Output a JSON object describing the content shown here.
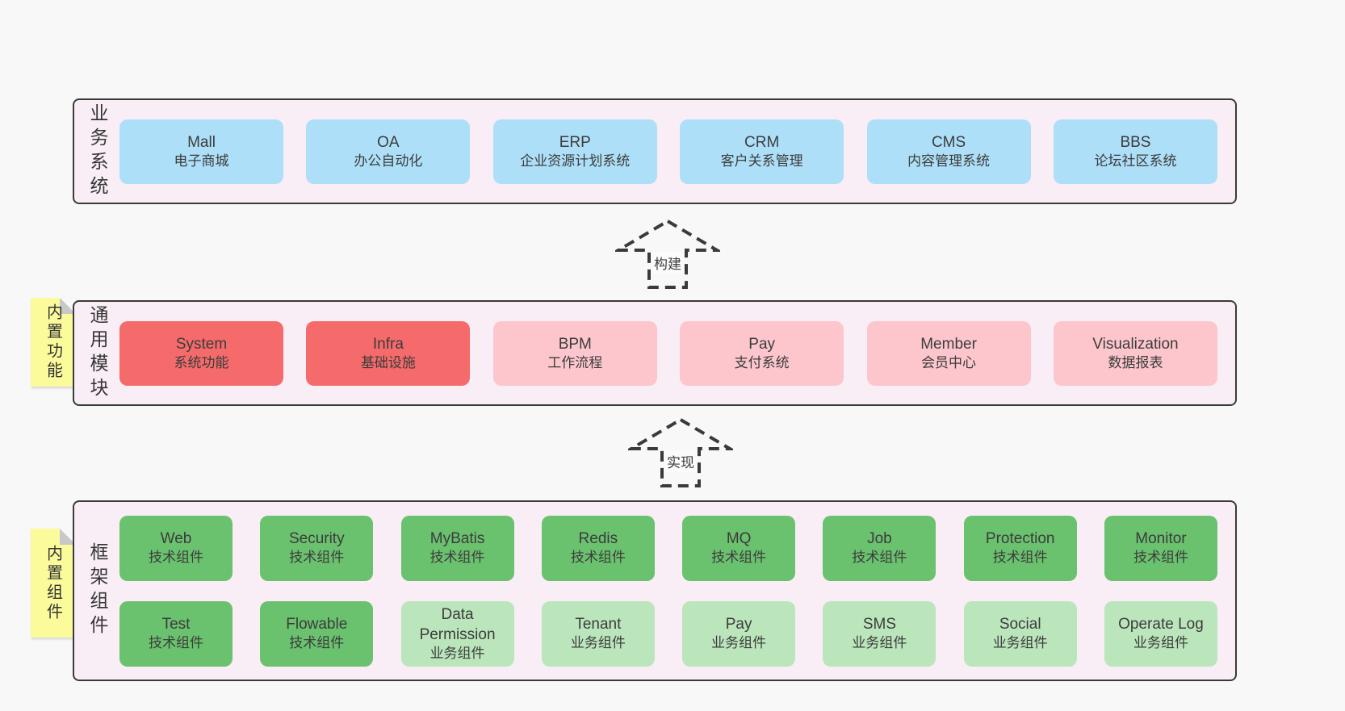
{
  "palette": {
    "page_bg": "#f8f8f8",
    "layer_bg": "#f9edf6",
    "layer_border": "#3a3a3a",
    "blue_box": "#aedff8",
    "red_box": "#f56a6a",
    "pink_box": "#fcc6cc",
    "green_box": "#6ac16e",
    "light_green_box": "#bbe6bc",
    "note_bg": "#fbfb9c",
    "note_fold": "#c8c8c8",
    "text": "#3c3c3c"
  },
  "arrows": [
    {
      "label": "构建"
    },
    {
      "label": "实现"
    }
  ],
  "layers": [
    {
      "label": "业务系统",
      "note": null,
      "rows": [
        [
          {
            "name": "Mall",
            "desc": "电子商城",
            "variant": "blue"
          },
          {
            "name": "OA",
            "desc": "办公自动化",
            "variant": "blue"
          },
          {
            "name": "ERP",
            "desc": "企业资源计划系统",
            "variant": "blue"
          },
          {
            "name": "CRM",
            "desc": "客户关系管理",
            "variant": "blue"
          },
          {
            "name": "CMS",
            "desc": "内容管理系统",
            "variant": "blue"
          },
          {
            "name": "BBS",
            "desc": "论坛社区系统",
            "variant": "blue"
          }
        ]
      ]
    },
    {
      "label": "通用模块",
      "note": "内置功能",
      "rows": [
        [
          {
            "name": "System",
            "desc": "系统功能",
            "variant": "red"
          },
          {
            "name": "Infra",
            "desc": "基础设施",
            "variant": "red"
          },
          {
            "name": "BPM",
            "desc": "工作流程",
            "variant": "pink"
          },
          {
            "name": "Pay",
            "desc": "支付系统",
            "variant": "pink"
          },
          {
            "name": "Member",
            "desc": "会员中心",
            "variant": "pink"
          },
          {
            "name": "Visualization",
            "desc": "数据报表",
            "variant": "pink"
          }
        ]
      ]
    },
    {
      "label": "框架组件",
      "note": "内置组件",
      "rows": [
        [
          {
            "name": "Web",
            "desc": "技术组件",
            "variant": "green"
          },
          {
            "name": "Security",
            "desc": "技术组件",
            "variant": "green"
          },
          {
            "name": "MyBatis",
            "desc": "技术组件",
            "variant": "green"
          },
          {
            "name": "Redis",
            "desc": "技术组件",
            "variant": "green"
          },
          {
            "name": "MQ",
            "desc": "技术组件",
            "variant": "green"
          },
          {
            "name": "Job",
            "desc": "技术组件",
            "variant": "green"
          },
          {
            "name": "Protection",
            "desc": "技术组件",
            "variant": "green"
          },
          {
            "name": "Monitor",
            "desc": "技术组件",
            "variant": "green"
          }
        ],
        [
          {
            "name": "Test",
            "desc": "技术组件",
            "variant": "green"
          },
          {
            "name": "Flowable",
            "desc": "技术组件",
            "variant": "green"
          },
          {
            "name": "Data Permission",
            "desc": "业务组件",
            "variant": "light-green"
          },
          {
            "name": "Tenant",
            "desc": "业务组件",
            "variant": "light-green"
          },
          {
            "name": "Pay",
            "desc": "业务组件",
            "variant": "light-green"
          },
          {
            "name": "SMS",
            "desc": "业务组件",
            "variant": "light-green"
          },
          {
            "name": "Social",
            "desc": "业务组件",
            "variant": "light-green"
          },
          {
            "name": "Operate Log",
            "desc": "业务组件",
            "variant": "light-green"
          }
        ]
      ]
    }
  ]
}
